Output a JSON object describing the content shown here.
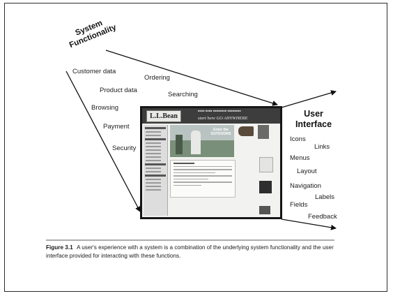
{
  "diagram": {
    "left_title": "System Functionality",
    "right_title": "User Interface",
    "functionality_items": [
      "Customer data",
      "Ordering",
      "Product data",
      "Searching",
      "Browsing",
      "Payment",
      "Security"
    ],
    "interface_items": [
      "Icons",
      "Links",
      "Menus",
      "Layout",
      "Navigation",
      "Labels",
      "Fields",
      "Feedback"
    ]
  },
  "screenshot": {
    "logo": "L.L.Bean",
    "tagline": "start here GO ANYWHERE",
    "hero_text": "Enter the OUTDOORS"
  },
  "caption": {
    "label": "Figure 3.1",
    "text": "A user's experience with a system is a combination of the underlying system functionality and the user interface provided for interacting with these functions."
  }
}
